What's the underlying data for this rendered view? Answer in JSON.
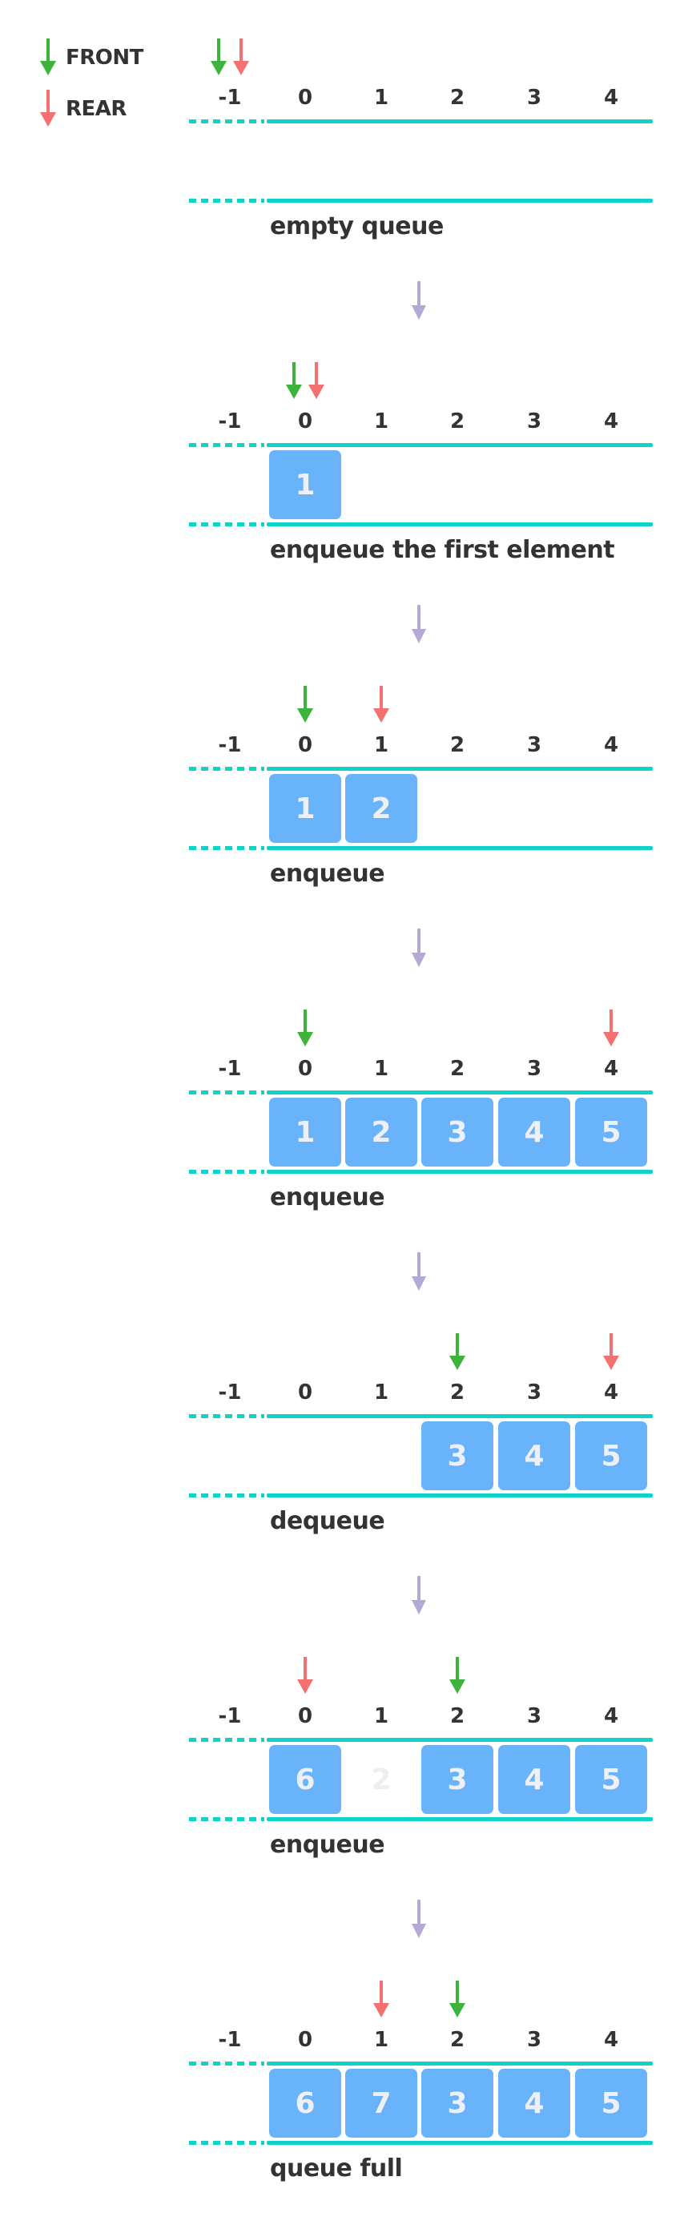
{
  "legend": {
    "front_label": "FRONT",
    "rear_label": "REAR"
  },
  "colors": {
    "front": "#3cb43c",
    "rear": "#f57070",
    "box": "#69b3fb",
    "rail": "#0fd3c9",
    "step_arrow": "#b4a9d6"
  },
  "indices": [
    "-1",
    "0",
    "1",
    "2",
    "3",
    "4"
  ],
  "stages": [
    {
      "label": "empty queue",
      "front": -1,
      "rear": -1,
      "cells": [
        "",
        "",
        "",
        "",
        ""
      ],
      "ghost": [
        "",
        "",
        "",
        "",
        ""
      ]
    },
    {
      "label": "enqueue the first element",
      "front": 0,
      "rear": 0,
      "cells": [
        "1",
        "",
        "",
        "",
        ""
      ],
      "ghost": [
        "",
        "",
        "",
        "",
        ""
      ]
    },
    {
      "label": "enqueue",
      "front": 0,
      "rear": 1,
      "cells": [
        "1",
        "2",
        "",
        "",
        ""
      ],
      "ghost": [
        "",
        "",
        "",
        "",
        ""
      ]
    },
    {
      "label": "enqueue",
      "front": 0,
      "rear": 4,
      "cells": [
        "1",
        "2",
        "3",
        "4",
        "5"
      ],
      "ghost": [
        "",
        "",
        "",
        "",
        ""
      ]
    },
    {
      "label": "dequeue",
      "front": 2,
      "rear": 4,
      "cells": [
        "",
        "",
        "3",
        "4",
        "5"
      ],
      "ghost": [
        "",
        "",
        "",
        "",
        ""
      ]
    },
    {
      "label": "enqueue",
      "front": 2,
      "rear": 0,
      "cells": [
        "6",
        "",
        "3",
        "4",
        "5"
      ],
      "ghost": [
        "",
        "2",
        "",
        "",
        ""
      ]
    },
    {
      "label": "queue full",
      "front": 2,
      "rear": 1,
      "cells": [
        "6",
        "7",
        "3",
        "4",
        "5"
      ],
      "ghost": [
        "",
        "",
        "",
        "",
        ""
      ]
    }
  ]
}
